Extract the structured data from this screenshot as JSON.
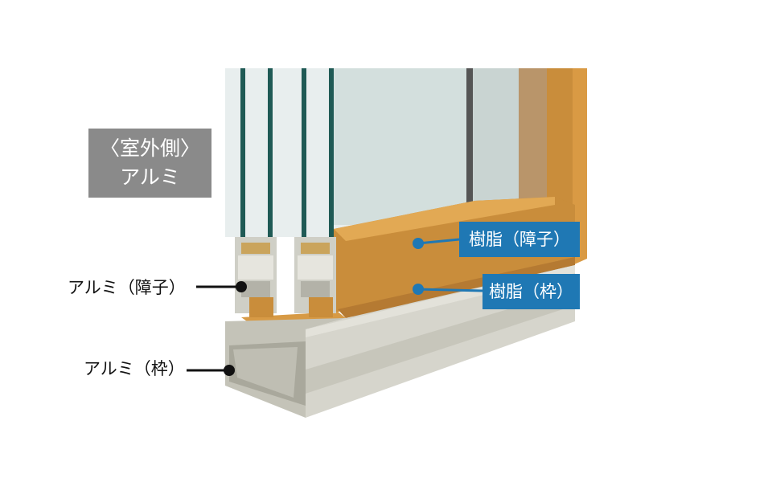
{
  "labels": {
    "exterior_title": "〈室外側〉",
    "exterior_material": "アルミ",
    "resin_sash": "樹脂（障子）",
    "resin_frame": "樹脂（枠）",
    "aluminum_sash": "アルミ（障子）",
    "aluminum_frame": "アルミ（枠）"
  },
  "colors": {
    "aluminum": "#d6d5cc",
    "resin_wood": "#c98d3b",
    "glass": "#dde6e4",
    "glass_edge": "#1f5a55",
    "label_blue": "#1f78b4",
    "label_gray": "#8a8a8a"
  }
}
